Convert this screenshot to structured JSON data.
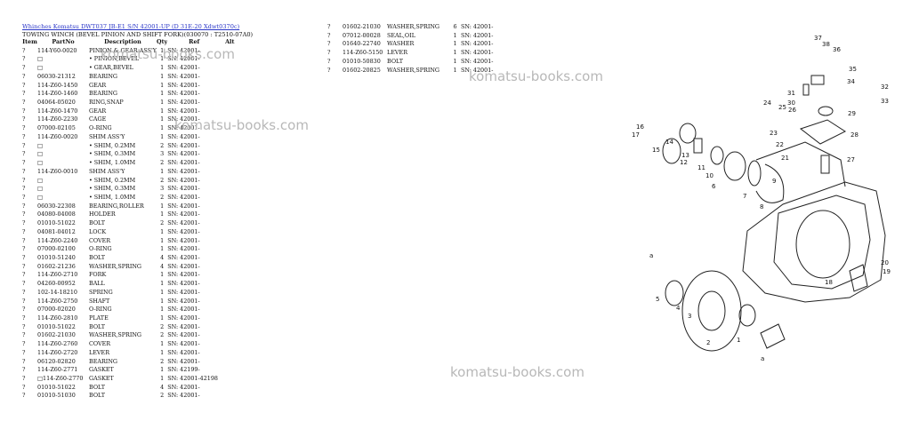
{
  "header": {
    "link": "Whinches Komatsu DWT037 JB-E1 S/N 42001-UP (D 31E-20 Xdwt0370c)",
    "title": "TOWING WINCH (BEVEL PINION AND SHIFT FORK)(030070 : T2510-07A0)"
  },
  "left_columns": [
    "Item",
    "PartNo",
    "Description",
    "Qty",
    "Ref",
    "Alt"
  ],
  "left_rows": [
    {
      "item": "?",
      "part": "114-Y60-0020",
      "desc": "PINION & GEAR ASS'Y",
      "qty": "1",
      "ref": "SN: 42001-"
    },
    {
      "item": "?",
      "part": "□",
      "desc": "• PINION,BEVEL",
      "qty": "1",
      "ref": "SN: 42001-"
    },
    {
      "item": "?",
      "part": "□",
      "desc": "• GEAR,BEVEL",
      "qty": "1",
      "ref": "SN: 42001-"
    },
    {
      "item": "?",
      "part": "06030-21312",
      "desc": "BEARING",
      "qty": "1",
      "ref": "SN: 42001-"
    },
    {
      "item": "?",
      "part": "114-Z60-1450",
      "desc": "GEAR",
      "qty": "1",
      "ref": "SN: 42001-"
    },
    {
      "item": "?",
      "part": "114-Z60-1460",
      "desc": "BEARING",
      "qty": "1",
      "ref": "SN: 42001-"
    },
    {
      "item": "?",
      "part": "04064-05020",
      "desc": "RING,SNAP",
      "qty": "1",
      "ref": "SN: 42001-"
    },
    {
      "item": "?",
      "part": "114-Z60-1470",
      "desc": "GEAR",
      "qty": "1",
      "ref": "SN: 42001-"
    },
    {
      "item": "?",
      "part": "114-Z60-2230",
      "desc": "CAGE",
      "qty": "1",
      "ref": "SN: 42001-"
    },
    {
      "item": "?",
      "part": "07000-02105",
      "desc": "O-RING",
      "qty": "1",
      "ref": "SN: 42001-"
    },
    {
      "item": "?",
      "part": "114-Z60-0020",
      "desc": "SHIM ASS'Y",
      "qty": "1",
      "ref": "SN: 42001-"
    },
    {
      "item": "?",
      "part": "□",
      "desc": "• SHIM, 0.2MM",
      "qty": "2",
      "ref": "SN: 42001-"
    },
    {
      "item": "?",
      "part": "□",
      "desc": "• SHIM, 0.3MM",
      "qty": "3",
      "ref": "SN: 42001-"
    },
    {
      "item": "?",
      "part": "□",
      "desc": "• SHIM, 1.0MM",
      "qty": "2",
      "ref": "SN: 42001-"
    },
    {
      "item": "?",
      "part": "114-Z60-0010",
      "desc": "SHIM ASS'Y",
      "qty": "1",
      "ref": "SN: 42001-"
    },
    {
      "item": "?",
      "part": "□",
      "desc": "• SHIM, 0.2MM",
      "qty": "2",
      "ref": "SN: 42001-"
    },
    {
      "item": "?",
      "part": "□",
      "desc": "• SHIM, 0.3MM",
      "qty": "3",
      "ref": "SN: 42001-"
    },
    {
      "item": "?",
      "part": "□",
      "desc": "• SHIM, 1.0MM",
      "qty": "2",
      "ref": "SN: 42001-"
    },
    {
      "item": "?",
      "part": "06030-22308",
      "desc": "BEARING,ROLLER",
      "qty": "1",
      "ref": "SN: 42001-"
    },
    {
      "item": "?",
      "part": "04080-04008",
      "desc": "HOLDER",
      "qty": "1",
      "ref": "SN: 42001-"
    },
    {
      "item": "?",
      "part": "01010-51022",
      "desc": "BOLT",
      "qty": "2",
      "ref": "SN: 42001-"
    },
    {
      "item": "?",
      "part": "04081-04012",
      "desc": "LOCK",
      "qty": "1",
      "ref": "SN: 42001-"
    },
    {
      "item": "?",
      "part": "114-Z60-2240",
      "desc": "COVER",
      "qty": "1",
      "ref": "SN: 42001-"
    },
    {
      "item": "?",
      "part": "07000-02100",
      "desc": "O-RING",
      "qty": "1",
      "ref": "SN: 42001-"
    },
    {
      "item": "?",
      "part": "01010-51240",
      "desc": "BOLT",
      "qty": "4",
      "ref": "SN: 42001-"
    },
    {
      "item": "?",
      "part": "01602-21236",
      "desc": "WASHER,SPRING",
      "qty": "4",
      "ref": "SN: 42001-"
    },
    {
      "item": "?",
      "part": "114-Z60-2710",
      "desc": "FORK",
      "qty": "1",
      "ref": "SN: 42001-"
    },
    {
      "item": "?",
      "part": "04260-00952",
      "desc": "BALL",
      "qty": "1",
      "ref": "SN: 42001-"
    },
    {
      "item": "?",
      "part": "102-14-18210",
      "desc": "SPRING",
      "qty": "1",
      "ref": "SN: 42001-"
    },
    {
      "item": "?",
      "part": "114-Z60-2750",
      "desc": "SHAFT",
      "qty": "1",
      "ref": "SN: 42001-"
    },
    {
      "item": "?",
      "part": "07000-02020",
      "desc": "O-RING",
      "qty": "1",
      "ref": "SN: 42001-"
    },
    {
      "item": "?",
      "part": "114-Z60-2810",
      "desc": "PLATE",
      "qty": "1",
      "ref": "SN: 42001-"
    },
    {
      "item": "?",
      "part": "01010-51022",
      "desc": "BOLT",
      "qty": "2",
      "ref": "SN: 42001-"
    },
    {
      "item": "?",
      "part": "01602-21030",
      "desc": "WASHER,SPRING",
      "qty": "2",
      "ref": "SN: 42001-"
    },
    {
      "item": "?",
      "part": "114-Z60-2760",
      "desc": "COVER",
      "qty": "1",
      "ref": "SN: 42001-"
    },
    {
      "item": "?",
      "part": "114-Z60-2720",
      "desc": "LEVER",
      "qty": "1",
      "ref": "SN: 42001-"
    },
    {
      "item": "?",
      "part": "06120-02820",
      "desc": "BEARING",
      "qty": "2",
      "ref": "SN: 42001-"
    },
    {
      "item": "?",
      "part": "114-Z60-2771",
      "desc": "GASKET",
      "qty": "1",
      "ref": "SN: 42199-"
    },
    {
      "item": "?",
      "part": "□114-Z60-2770",
      "desc": "GASKET",
      "qty": "1",
      "ref": "SN: 42001-42198"
    },
    {
      "item": "?",
      "part": "01010-51022",
      "desc": "BOLT",
      "qty": "4",
      "ref": "SN: 42001-"
    },
    {
      "item": "?",
      "part": "01010-51030",
      "desc": "BOLT",
      "qty": "2",
      "ref": "SN: 42001-"
    }
  ],
  "right_rows": [
    {
      "item": "?",
      "part": "01602-21030",
      "desc": "WASHER,SPRING",
      "qty": "6",
      "ref": "SN: 42001-"
    },
    {
      "item": "?",
      "part": "07012-00028",
      "desc": "SEAL,OIL",
      "qty": "1",
      "ref": "SN: 42001-"
    },
    {
      "item": "?",
      "part": "01640-22740",
      "desc": "WASHER",
      "qty": "1",
      "ref": "SN: 42001-"
    },
    {
      "item": "?",
      "part": "114-Z60-5150",
      "desc": "LEVER",
      "qty": "1",
      "ref": "SN: 42001-"
    },
    {
      "item": "?",
      "part": "01010-50830",
      "desc": "BOLT",
      "qty": "1",
      "ref": "SN: 42001-"
    },
    {
      "item": "?",
      "part": "01602-20825",
      "desc": "WASHER,SPRING",
      "qty": "1",
      "ref": "SN: 42001-"
    }
  ],
  "watermark": "komatsu-books.com",
  "diagram_labels": [
    "37",
    "38",
    "36",
    "35",
    "34",
    "32",
    "33",
    "31",
    "30",
    "29",
    "28",
    "27",
    "26",
    "25",
    "24",
    "23",
    "22",
    "21",
    "20",
    "19",
    "18",
    "17",
    "16",
    "15",
    "14",
    "13",
    "12",
    "11",
    "10",
    "9",
    "8",
    "7",
    "6",
    "5",
    "4",
    "3",
    "2",
    "1",
    "a",
    "a"
  ]
}
